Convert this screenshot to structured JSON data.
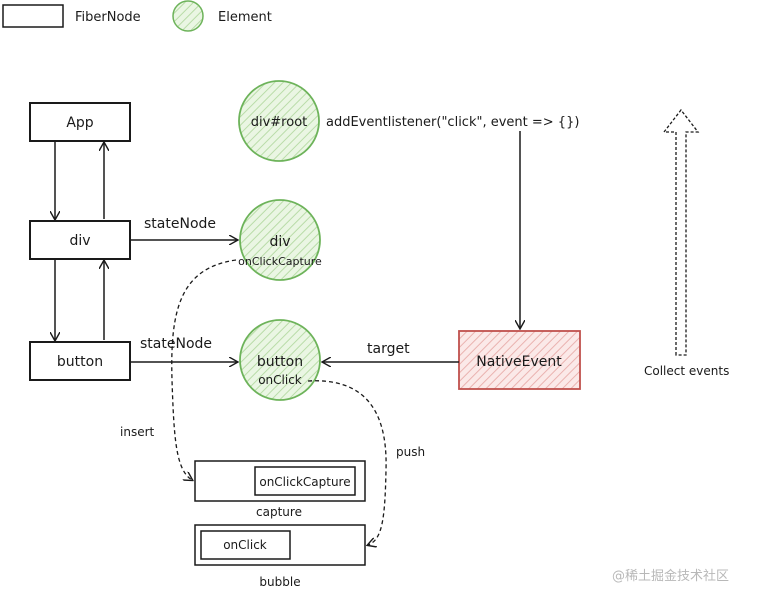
{
  "legend": {
    "fiber_node": "FiberNode",
    "element": "Element"
  },
  "fiber": {
    "app": "App",
    "div": "div",
    "button": "button"
  },
  "elements": {
    "root": "div#root",
    "div": "div",
    "div_prop": "onClickCapture",
    "button": "button",
    "button_prop": "onClick"
  },
  "edges": {
    "state_node_div": "stateNode",
    "state_node_button": "stateNode",
    "target": "target",
    "add_listener": "addEventlistener(\"click\", event => {})",
    "insert": "insert",
    "push": "push",
    "collect": "Collect events"
  },
  "native_event": "NativeEvent",
  "queues": {
    "capture_item": "onClickCapture",
    "capture_label": "capture",
    "bubble_item": "onClick",
    "bubble_label": "bubble"
  },
  "watermark": "@稀土掘金技术社区",
  "colors": {
    "element_fill": "#dcefd2",
    "element_stroke": "#6db35a",
    "native_fill": "#f6d6d4",
    "native_stroke": "#c0504d"
  }
}
